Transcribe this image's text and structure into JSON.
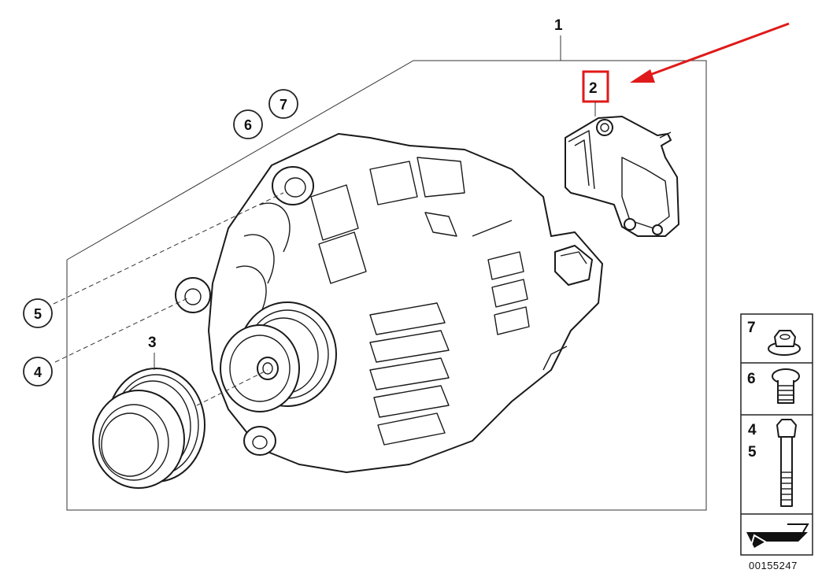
{
  "diagram": {
    "callouts": {
      "main": "1",
      "regulator": "2",
      "pulley": "3",
      "circle_4": "4",
      "circle_5": "5",
      "circle_6": "6",
      "circle_7": "7"
    },
    "hardware_key": {
      "nut": "7",
      "screw": "6",
      "bolt_a": "4",
      "bolt_b": "5"
    },
    "document_number": "00155247",
    "colors": {
      "highlight": "#e01a1a",
      "line": "#222222",
      "background": "#ffffff"
    }
  }
}
